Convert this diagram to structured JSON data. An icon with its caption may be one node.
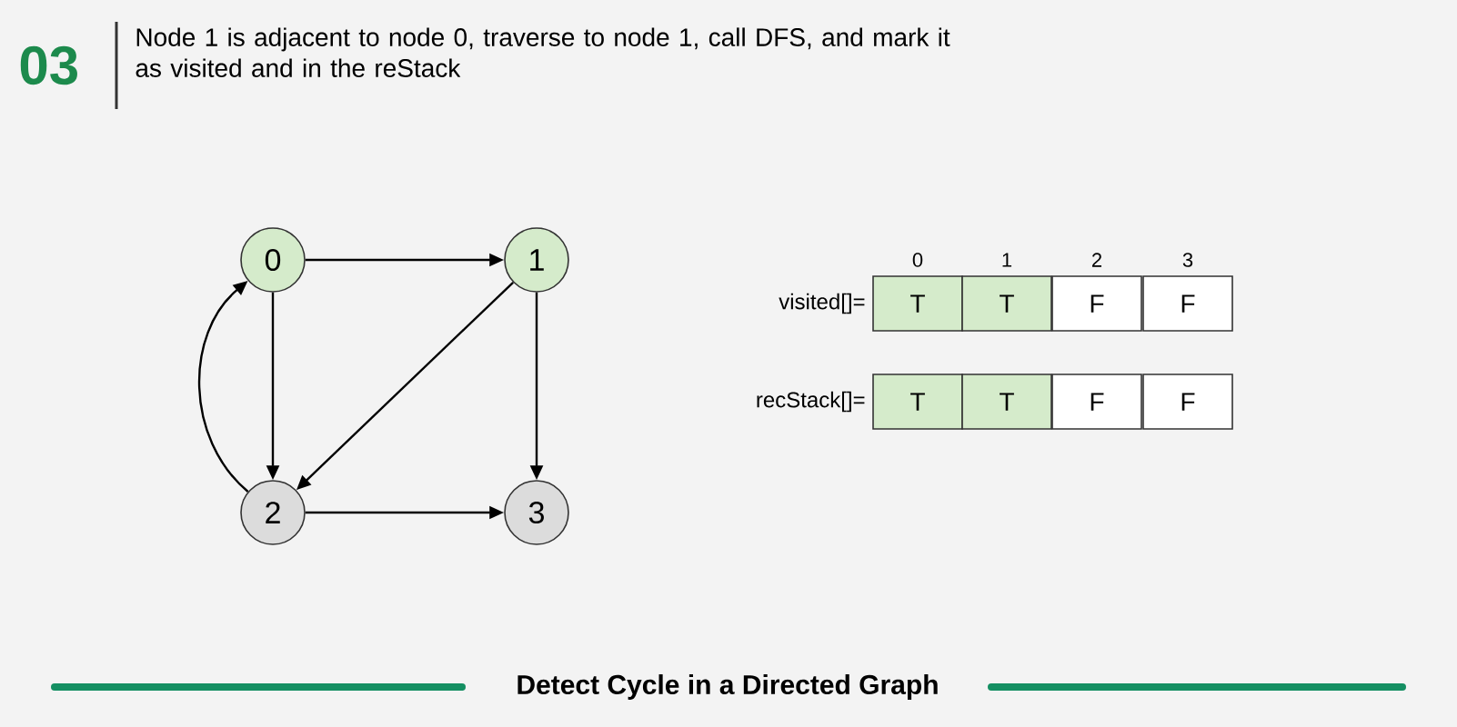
{
  "diagram": {
    "title": "Node 1 is adjacent to node 0, traverse to node 1, call DFS, and mark it as visited and in the reStack",
    "caption": "Detect Cycle in a Directed Graph",
    "nodes": [
      {
        "text": [
          "0"
        ]
      },
      {
        "text": [
          "1"
        ]
      },
      {
        "text": [
          "2"
        ]
      },
      {
        "text": [
          "3"
        ]
      }
    ],
    "edges": [
      {
        "from": 0,
        "to": 1,
        "arrow": "to"
      },
      {
        "from": 0,
        "to": 2,
        "arrow": "to"
      },
      {
        "from": 1,
        "to": 2,
        "arrow": "to"
      },
      {
        "from": 1,
        "to": 3,
        "arrow": "to"
      },
      {
        "from": 2,
        "to": 3,
        "arrow": "to"
      },
      {
        "from": 2,
        "to": 0,
        "arrow": "to"
      }
    ],
    "labels": [
      "03",
      "0",
      "1",
      "2",
      "3",
      "visited[]=",
      "T",
      "T",
      "F",
      "F",
      "recStack[]=",
      "T",
      "T",
      "F",
      "F"
    ]
  }
}
